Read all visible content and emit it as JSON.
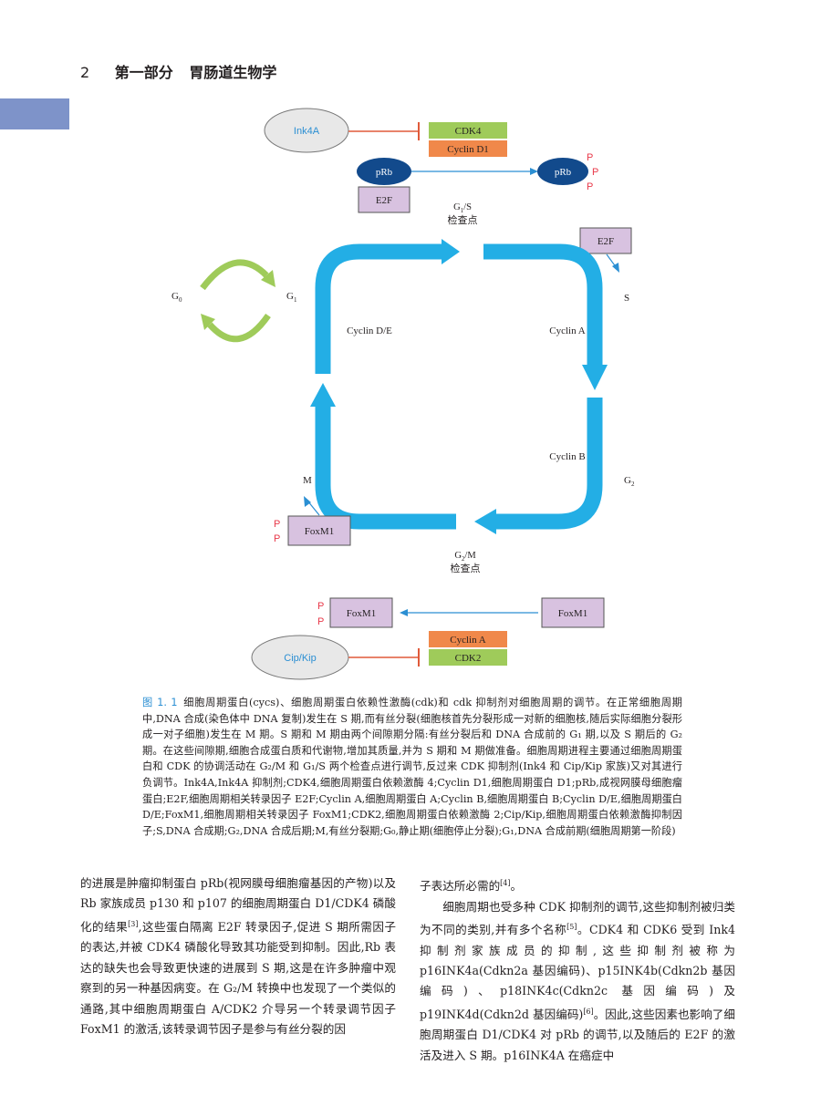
{
  "header": {
    "page_number": "2",
    "section": "第一部分",
    "title": "胃肠道生物学"
  },
  "colors": {
    "blue_arrow": "#23aee5",
    "green_box": "#9fcb5a",
    "orange_box": "#f0884a",
    "purple_box": "#d8c2e0",
    "dark_blue": "#124a8c",
    "inhibitor_red": "#e05a3a",
    "ellipse_gray": "#e8e8e8",
    "phospho_red": "#e8394a",
    "label_blue": "#2b8fd3"
  },
  "figure": {
    "ink4a": "Ink4A",
    "cdk4": "CDK4",
    "cyclin_d1": "Cyclin D1",
    "prb_left": "pRb",
    "prb_right": "pRb",
    "e2f_top": "E2F",
    "p": "P",
    "g1s_g": "G",
    "g1s_sub": "1",
    "g1s_s": "/S",
    "checkpoint_1": "检查点",
    "e2f_right": "E2F",
    "s_label": "S",
    "g0_g": "G",
    "g0_sub": "0",
    "g1_g": "G",
    "g1_sub": "1",
    "cyclin_de": "Cyclin D/E",
    "cyclin_a_cycle": "Cyclin A",
    "cyclin_b": "Cyclin B",
    "g2_g": "G",
    "g2_sub": "2",
    "m_label": "M",
    "foxm1_left": "FoxM1",
    "g2m_g": "G",
    "g2m_sub": "2",
    "g2m_m": "/M",
    "checkpoint_2": "检查点",
    "foxm1_bottom_left": "FoxM1",
    "foxm1_bottom_right": "FoxM1",
    "cyclin_a_box": "Cyclin A",
    "cdk2": "CDK2",
    "cip_kip": "Cip/Kip"
  },
  "caption": {
    "label": "图 1. 1",
    "text": "细胞周期蛋白(cycs)、细胞周期蛋白依赖性激酶(cdk)和 cdk 抑制剂对细胞周期的调节。在正常细胞周期中,DNA 合成(染色体中 DNA 复制)发生在 S 期,而有丝分裂(细胞核首先分裂形成一对新的细胞核,随后实际细胞分裂形成一对子细胞)发生在 M 期。S 期和 M 期由两个间隙期分隔:有丝分裂后和 DNA 合成前的 G₁ 期,以及 S 期后的 G₂ 期。在这些间隙期,细胞合成蛋白质和代谢物,增加其质量,并为 S 期和 M 期做准备。细胞周期进程主要通过细胞周期蛋白和 CDK 的协调活动在 G₂/M 和 G₁/S 两个检查点进行调节,反过来 CDK 抑制剂(Ink4 和 Cip/Kip 家族)又对其进行负调节。Ink4A,Ink4A 抑制剂;CDK4,细胞周期蛋白依赖激酶 4;Cyclin D1,细胞周期蛋白 D1;pRb,成视网膜母细胞瘤蛋白;E2F,细胞周期相关转录因子 E2F;Cyclin A,细胞周期蛋白 A;Cyclin B,细胞周期蛋白 B;Cyclin D/E,细胞周期蛋白 D/E;FoxM1,细胞周期相关转录因子 FoxM1;CDK2,细胞周期蛋白依赖激酶 2;Cip/Kip,细胞周期蛋白依赖激酶抑制因子;S,DNA 合成期;G₂,DNA 合成后期;M,有丝分裂期;G₀,静止期(细胞停止分裂);G₁,DNA 合成前期(细胞周期第一阶段)"
  },
  "body": {
    "left_text": "的进展是肿瘤抑制蛋白 pRb(视网膜母细胞瘤基因的产物)以及 Rb 家族成员 p130 和 p107 的细胞周期蛋白 D1/CDK4 磷酸化的结果",
    "left_ref": "[3]",
    "left_text2": ",这些蛋白隔离 E2F 转录因子,促进 S 期所需因子的表达,并被 CDK4 磷酸化导致其功能受到抑制。因此,Rb 表达的缺失也会导致更快速的进展到 S 期,这是在许多肿瘤中观察到的另一种基因病变。在 G₂/M 转换中也发现了一个类似的通路,其中细胞周期蛋白 A/CDK2 介导另一个转录调节因子 FoxM1 的激活,该转录调节因子是参与有丝分裂的因",
    "right_p1": "子表达所必需的",
    "right_p1_ref": "[4]",
    "right_p1_end": "。",
    "right_p2": "细胞周期也受多种 CDK 抑制剂的调节,这些抑制剂被归类为不同的类别,并有多个名称",
    "right_p2_ref": "[5]",
    "right_p2b": "。CDK4 和 CDK6 受到 Ink4 抑制剂家族成员的抑制,这些抑制剂被称为 p16INK4a(Cdkn2a 基因编码)、p15INK4b(Cdkn2b 基因编码)、p18INK4c(Cdkn2c 基因编码)及 p19INK4d(Cdkn2d 基因编码)",
    "right_p2_ref2": "[6]",
    "right_p2c": "。因此,这些因素也影响了细胞周期蛋白 D1/CDK4 对 pRb 的调节,以及随后的 E2F 的激活及进入 S 期。p16INK4A 在癌症中"
  }
}
